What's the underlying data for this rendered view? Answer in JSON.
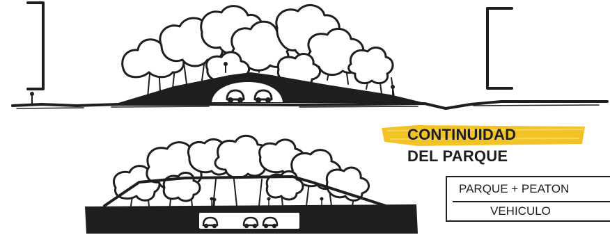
{
  "caption": {
    "line1": "CONTINUIDAD",
    "line2": "DEL PARQUE",
    "highlight_color": "#f2c019"
  },
  "legend": {
    "top_label": "PARQUE + PEATON",
    "bottom_label": "VEHICULO"
  },
  "colors": {
    "ink": "#1e1e1e",
    "background": "#ffffff"
  }
}
